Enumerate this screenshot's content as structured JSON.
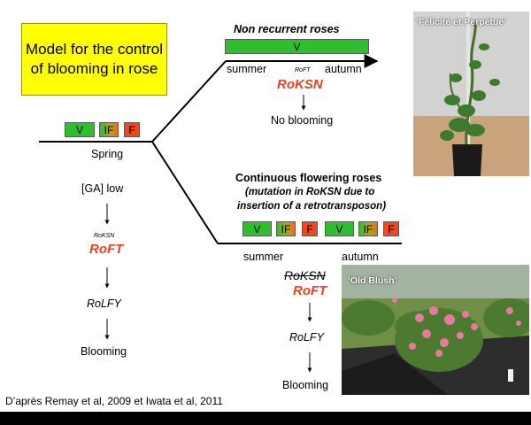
{
  "title": "Model for the control of blooming in rose",
  "spring_boxes": [
    "V",
    "IF",
    "F"
  ],
  "spring_label": "Spring",
  "left_path": {
    "ga": "[GA] low",
    "roksn_sup": "RoKSN",
    "roft": "RoFT",
    "rolfy": "RoLFY",
    "blooming": "Blooming"
  },
  "non_recurrent": {
    "heading": "Non recurrent roses",
    "box": "V",
    "summer": "summer",
    "roft_sup": "RoFT",
    "autumn": "autumn",
    "roksn": "RoKSN",
    "result": "No blooming"
  },
  "continuous": {
    "heading": "Continuous flowering roses",
    "sub1": "(mutation in RoKSN due to",
    "sub2": "insertion of a retrotransposon)",
    "boxes": [
      "V",
      "IF",
      "F",
      "V",
      "IF",
      "F"
    ],
    "summer": "summer",
    "autumn": "autumn",
    "roksn_struck": "RoKSN",
    "roft": "RoFT",
    "rolfy": "RoLFY",
    "blooming": "Blooming"
  },
  "photos": {
    "top_caption": "‘Félicité et Perpétue’",
    "bottom_caption": "‘Old Blush’"
  },
  "citation": "D’après Remay et al, 2009 et Iwata et al, 2011",
  "colors": {
    "vegetative": "#2ebf2e",
    "floral": "#f2461e",
    "highlight": "#ffff00",
    "gene": "#e8421f"
  }
}
